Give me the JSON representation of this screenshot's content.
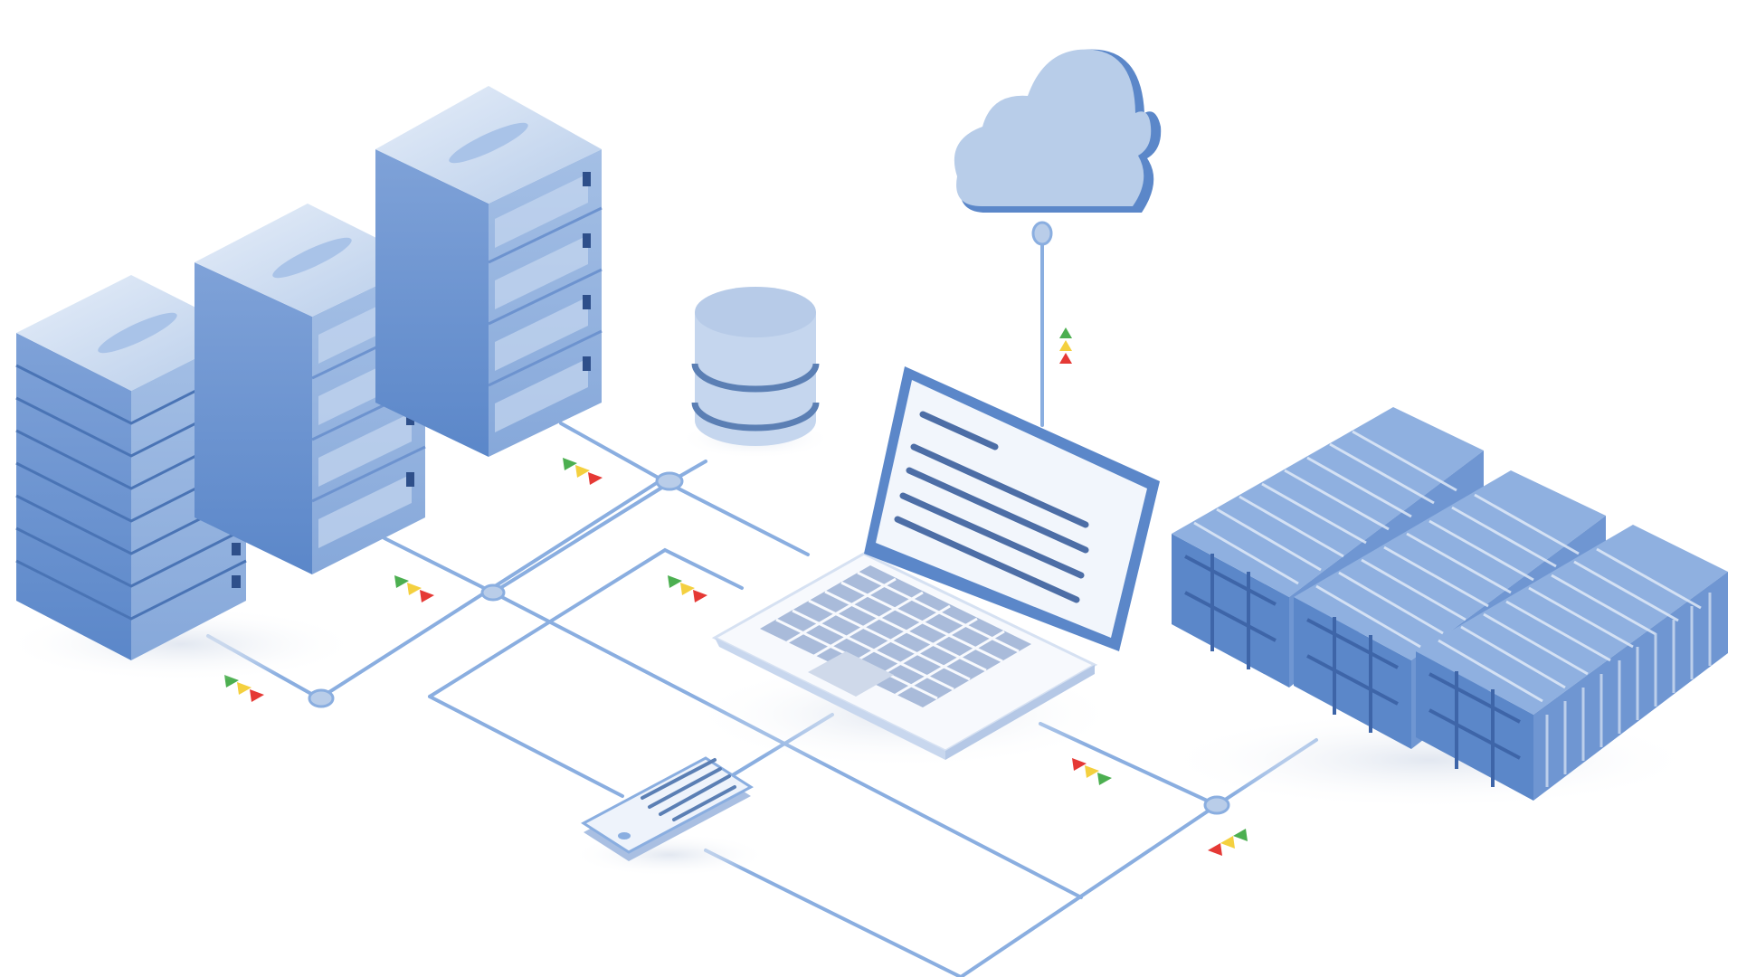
{
  "diagram": {
    "style": "isometric network infrastructure illustration",
    "colors": {
      "background": "#ffffff",
      "primary_blue": "#5b87c9",
      "mid_blue": "#8fb0e0",
      "light_blue": "#c5d6ee",
      "pale_blue": "#e6eef9",
      "dark_blue": "#3e65a8",
      "connector_line": "#8aaee0",
      "screen": "#f2f6fc",
      "screen_text": "#4d6ea6",
      "keys": "#a9bbda",
      "trackpad": "#cfd9ea",
      "shadow": "#e9edf4",
      "signal_green": "#4caf50",
      "signal_yellow": "#f4d03f",
      "signal_red": "#e53935"
    },
    "nodes": [
      {
        "id": "server-rack-small",
        "icon": "server-rack-icon"
      },
      {
        "id": "server-rack-medium",
        "icon": "server-rack-icon"
      },
      {
        "id": "server-rack-tall",
        "icon": "server-rack-icon"
      },
      {
        "id": "database",
        "icon": "database-cylinder-icon"
      },
      {
        "id": "cloud",
        "icon": "cloud-icon"
      },
      {
        "id": "laptop",
        "icon": "laptop-icon"
      },
      {
        "id": "mobile-device",
        "icon": "mobile-tablet-icon"
      },
      {
        "id": "shipping-containers",
        "icon": "shipping-container-icon",
        "count": 3
      }
    ],
    "connections": [
      {
        "from": "server-rack-small",
        "to": "network-hub",
        "signal": "up"
      },
      {
        "from": "server-rack-medium",
        "to": "network-hub",
        "signal": "up"
      },
      {
        "from": "server-rack-tall",
        "to": "laptop",
        "signal": "up"
      },
      {
        "from": "laptop",
        "to": "cloud",
        "signal": "up"
      },
      {
        "from": "laptop",
        "to": "mobile-device",
        "signal": "none"
      },
      {
        "from": "laptop",
        "to": "shipping-containers",
        "signal": "down"
      },
      {
        "from": "shipping-containers",
        "to": "network-hub",
        "signal": "down"
      }
    ],
    "signal_indicator": {
      "icon": "traffic-signal-arrows-icon",
      "order_up": [
        "green",
        "yellow",
        "red"
      ]
    }
  }
}
